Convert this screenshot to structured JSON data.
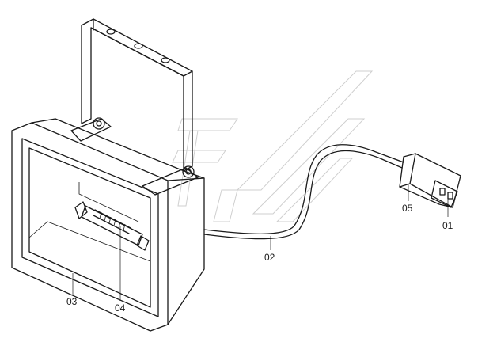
{
  "callouts": [
    {
      "id": "01",
      "label": "01"
    },
    {
      "id": "02",
      "label": "02"
    },
    {
      "id": "03",
      "label": "03"
    },
    {
      "id": "04",
      "label": "04"
    },
    {
      "id": "05",
      "label": "05"
    }
  ],
  "colors": {
    "line": "#1a1a1a",
    "watermark": "#cfcfcf",
    "background": "#ffffff"
  }
}
